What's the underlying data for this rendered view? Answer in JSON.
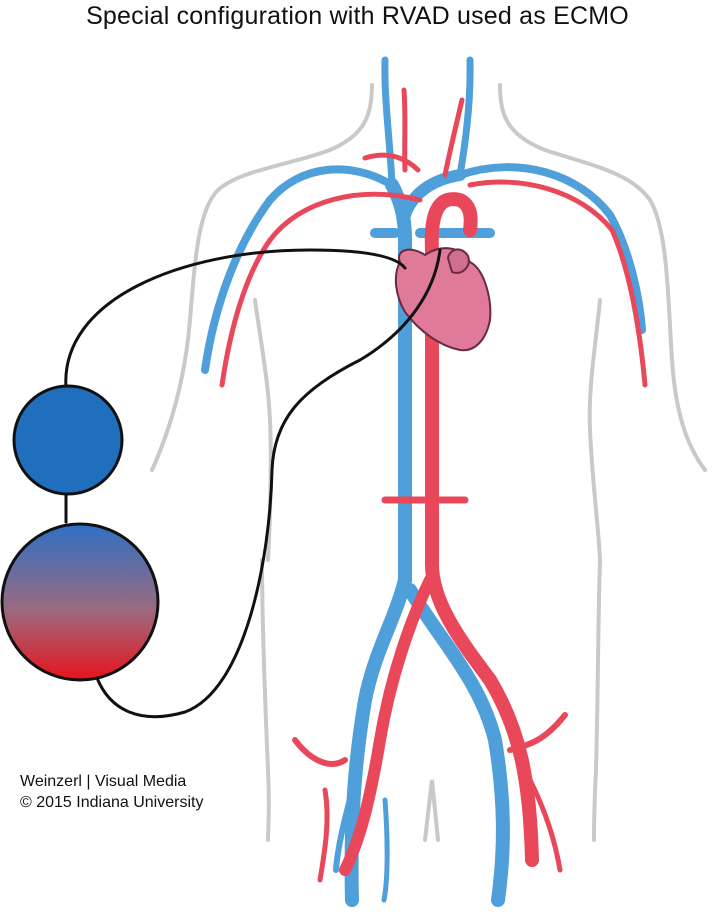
{
  "title": "Special configuration with RVAD used as ECMO",
  "credit": {
    "line1": "Weinzerl | Visual Media",
    "line2": "© 2015 Indiana University"
  },
  "colors": {
    "vein": "#4f9fda",
    "artery": "#e8485a",
    "heart": "#e07a9a",
    "body_outline": "#c9c9c9",
    "tubing": "#111111",
    "pump": "#1f6fbd",
    "oxygenator_top": "#2f6fc4",
    "oxygenator_bottom": "#e8141c"
  }
}
